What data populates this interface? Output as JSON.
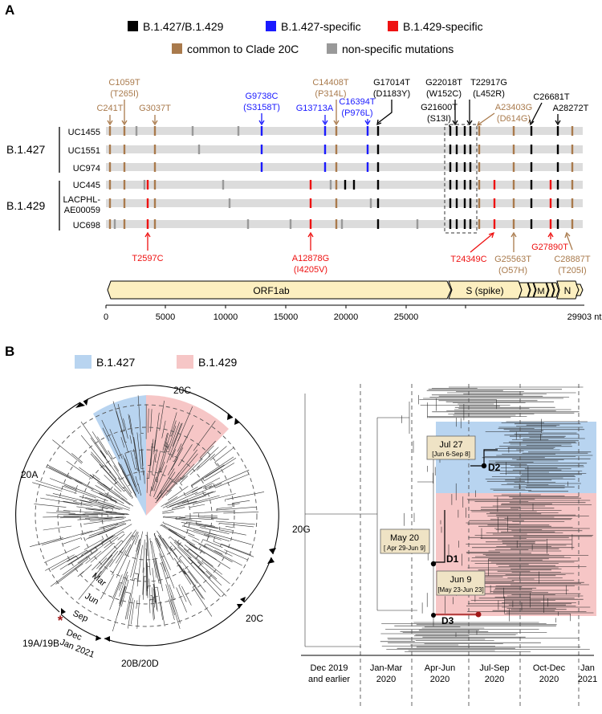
{
  "panel_a": {
    "label": "A",
    "legend": [
      {
        "text": "B.1.427/B.1.429",
        "color": "#000000"
      },
      {
        "text": "B.1.427-specific",
        "color": "#1a1aff"
      },
      {
        "text": "B.1.429-specific",
        "color": "#ee1111"
      },
      {
        "text": "common to Clade 20C",
        "color": "#a97a4c"
      },
      {
        "text": "non-specific mutations",
        "color": "#999999"
      }
    ],
    "lineages": [
      "B.1.427",
      "B.1.429"
    ],
    "samples": [
      "UC1455",
      "UC1551",
      "UC974",
      "UC445",
      "LACPHL-",
      "AE00059",
      "UC698"
    ],
    "mutations_top": [
      {
        "id": "m1",
        "line1": "C241T",
        "line2": ""
      },
      {
        "id": "m2",
        "line1": "C1059T",
        "line2": "(T265I)"
      },
      {
        "id": "m3",
        "line1": "G3037T",
        "line2": ""
      },
      {
        "id": "m4",
        "line1": "G9738C",
        "line2": "(S3158T)"
      },
      {
        "id": "m5",
        "line1": "G13713A",
        "line2": ""
      },
      {
        "id": "m6",
        "line1": "C14408T",
        "line2": "(P314L)"
      },
      {
        "id": "m7",
        "line1": "C16394T",
        "line2": "(P976L)"
      },
      {
        "id": "m8",
        "line1": "G17014T",
        "line2": "(D1183Y)"
      },
      {
        "id": "m9",
        "line1": "G22018T",
        "line2": "(W152C)"
      },
      {
        "id": "m10",
        "line1": "G21600T",
        "line2": "(S13I)"
      },
      {
        "id": "m11",
        "line1": "T22917G",
        "line2": "(L452R)"
      },
      {
        "id": "m12",
        "line1": "A23403G",
        "line2": "(D614G)"
      },
      {
        "id": "m13",
        "line1": "C26681T",
        "line2": ""
      },
      {
        "id": "m14",
        "line1": "A28272T",
        "line2": ""
      }
    ],
    "mutations_bottom": [
      {
        "id": "b1",
        "line1": "T2597C",
        "line2": ""
      },
      {
        "id": "b2",
        "line1": "A12878G",
        "line2": "(I4205V)"
      },
      {
        "id": "b3",
        "line1": "T24349C",
        "line2": ""
      },
      {
        "id": "b4",
        "line1": "G25563T",
        "line2": "(O57H)"
      },
      {
        "id": "b5",
        "line1": "G27890T",
        "line2": ""
      },
      {
        "id": "b6",
        "line1": "C28887T",
        "line2": "(T205I)"
      }
    ],
    "genome": {
      "genes": [
        "ORF1ab",
        "S (spike)",
        "M",
        "N"
      ],
      "ticks": [
        "0",
        "5000",
        "10000",
        "15000",
        "20000",
        "25000",
        "29903 nt"
      ]
    }
  },
  "panel_b": {
    "label": "B",
    "legend": [
      {
        "text": "B.1.427",
        "color": "#b8d4f0"
      },
      {
        "text": "B.1.429",
        "color": "#f6c6c6"
      }
    ],
    "clades": [
      "20A",
      "20C",
      "20G",
      "20C",
      "20B/20D",
      "19A/19B"
    ],
    "months": [
      "Mar",
      "Jun",
      "Sep",
      "Dec",
      "Jan 2021"
    ],
    "nodes": [
      {
        "id": "D2",
        "date": "Jul 27",
        "range": "[Jun 6-Sep 8]"
      },
      {
        "id": "D1",
        "date": "May 20",
        "range": "[ Apr 29-Jun 9]"
      },
      {
        "id": "D3",
        "date": "Jun 9",
        "range": "[May 23-Jun 23]"
      }
    ],
    "time_axis": [
      {
        "l1": "Dec 2019",
        "l2": "and earlier"
      },
      {
        "l1": "Jan-Mar",
        "l2": "2020"
      },
      {
        "l1": "Apr-Jun",
        "l2": "2020"
      },
      {
        "l1": "Jul-Sep",
        "l2": "2020"
      },
      {
        "l1": "Oct-Dec",
        "l2": "2020"
      },
      {
        "l1": "Jan",
        "l2": "2021"
      }
    ]
  }
}
